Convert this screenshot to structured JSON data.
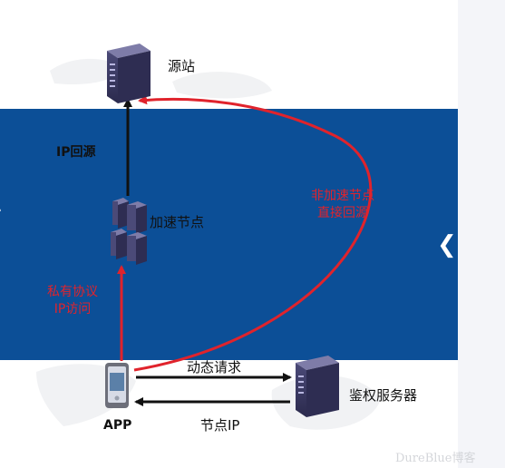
{
  "nodes": {
    "origin": {
      "label": "源站"
    },
    "accel": {
      "label": "加速节点"
    },
    "app": {
      "label": "APP"
    },
    "auth": {
      "label": "鉴权服务器"
    }
  },
  "edges": {
    "ip_backsource": "IP回源",
    "non_accel_line1": "非加速节点",
    "non_accel_line2": "直接回源",
    "private_line1": "私有协议",
    "private_line2": "IP访问",
    "dynamic_request": "动态请求",
    "node_ip": "节点IP"
  },
  "ui": {
    "collapse_chevron": "❮",
    "watermark": "DureBlue博客"
  },
  "colors": {
    "band": "#0c4f97",
    "red_path": "#e0232c",
    "server": "#3d3b68"
  }
}
